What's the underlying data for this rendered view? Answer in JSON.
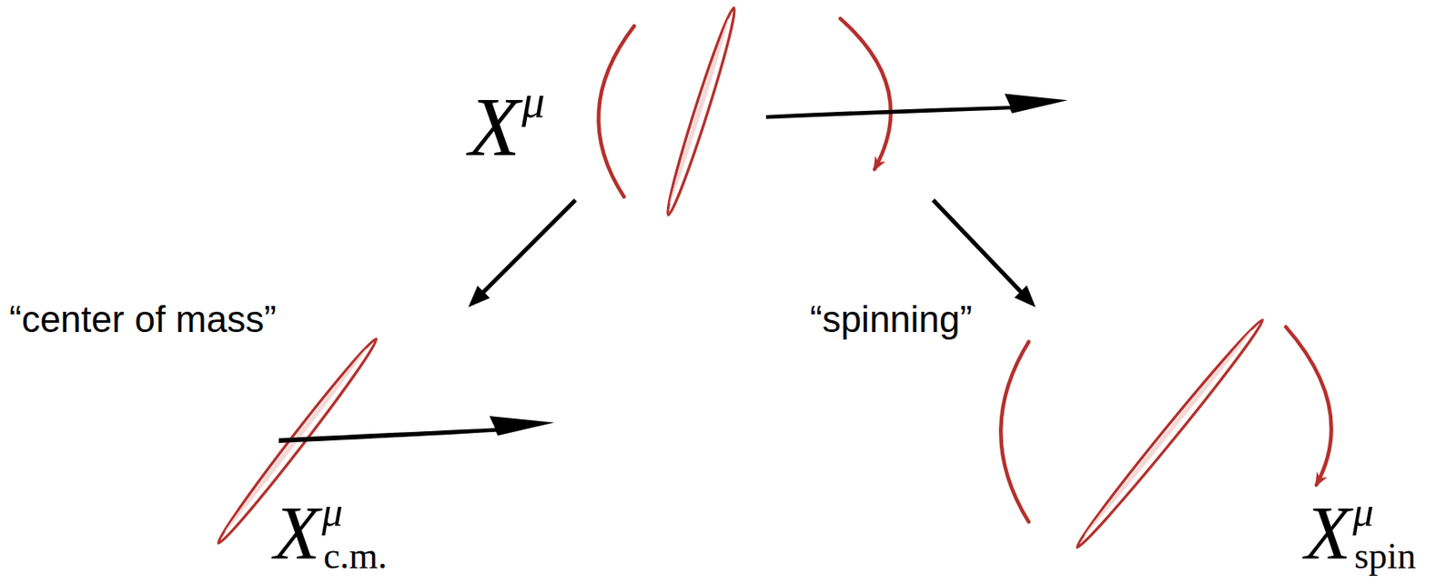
{
  "diagram": {
    "nodes": [
      {
        "text": [
          "X",
          "μ"
        ]
      },
      {
        "text": [
          "X",
          "μ",
          "c.m."
        ]
      },
      {
        "text": [
          "X",
          "μ",
          "spin"
        ]
      }
    ],
    "edges": [
      {
        "from": 0,
        "to": 1,
        "arrow": "to",
        "label": "“center of mass”"
      },
      {
        "from": 0,
        "to": 2,
        "arrow": "to",
        "label": "“spinning”"
      }
    ]
  }
}
